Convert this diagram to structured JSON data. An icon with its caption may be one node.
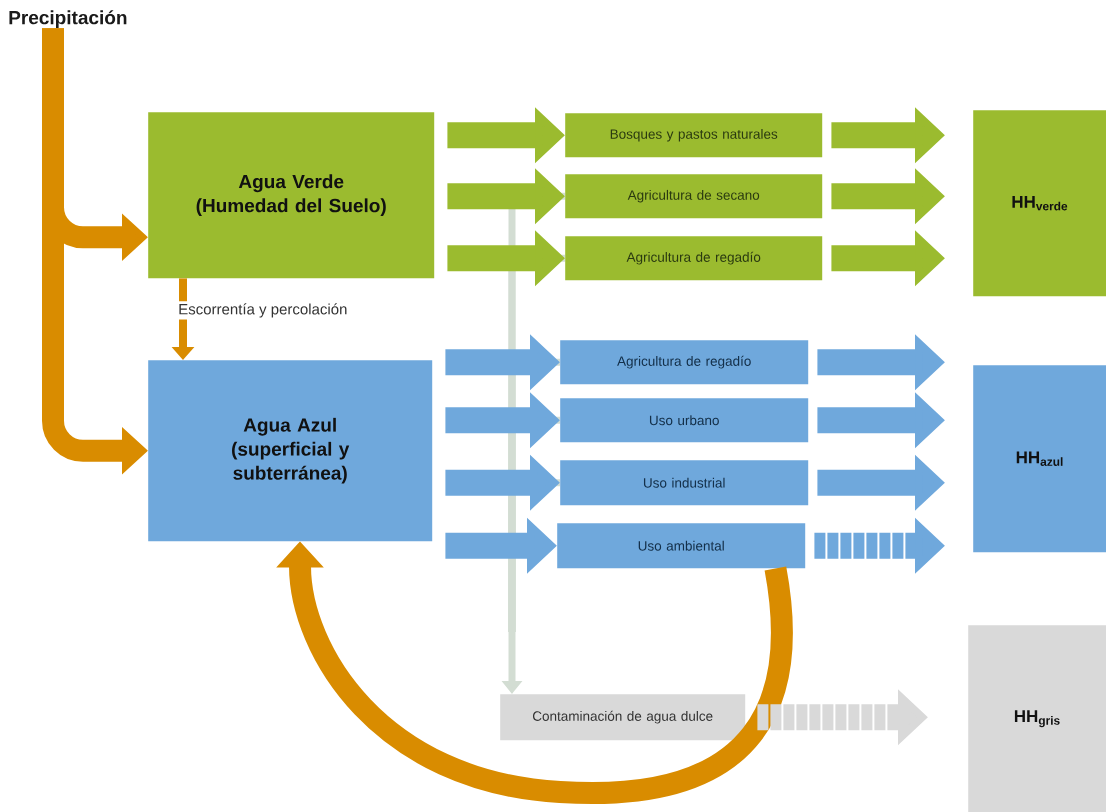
{
  "diagram": {
    "nodes": [
      {
        "text": [
          "Precipitación"
        ]
      },
      {
        "text": [
          "Agua Verde (Humedad del Suelo)"
        ]
      },
      {
        "text": [
          "Bosques y pastos naturales"
        ]
      },
      {
        "text": [
          "Agricultura de secano"
        ]
      },
      {
        "text": [
          "Agricultura de regadío"
        ]
      },
      {
        "text": [
          "HH$_{verde}$"
        ]
      },
      {
        "text": [
          "Agua Azul (superficial y subterránea)"
        ]
      },
      {
        "text": [
          "Agricultura de regadío"
        ]
      },
      {
        "text": [
          "Uso urbano"
        ]
      },
      {
        "text": [
          "Uso industrial"
        ]
      },
      {
        "text": [
          "Uso ambiental"
        ]
      },
      {
        "text": [
          "HH$_{azul}$"
        ]
      },
      {
        "text": [
          "Contaminación de agua dulce"
        ]
      },
      {
        "text": [
          "HH$_{gris}$"
        ]
      }
    ],
    "edges": [
      {
        "from": 0,
        "to": 1,
        "arrow": "to",
        "color": "#d98c00"
      },
      {
        "from": 0,
        "to": 6,
        "arrow": "to",
        "color": "#d98c00"
      },
      {
        "from": 1,
        "to": 6,
        "arrow": "to",
        "color": "#d98c00",
        "label": "Escorrentía y percolación"
      },
      {
        "from": 1,
        "to": 2,
        "arrow": "to",
        "color": "#9bbb2f"
      },
      {
        "from": 1,
        "to": 3,
        "arrow": "to",
        "color": "#9bbb2f"
      },
      {
        "from": 1,
        "to": 4,
        "arrow": "to",
        "color": "#9bbb2f"
      },
      {
        "from": 2,
        "to": 5,
        "arrow": "to",
        "color": "#9bbb2f"
      },
      {
        "from": 3,
        "to": 5,
        "arrow": "to",
        "color": "#9bbb2f"
      },
      {
        "from": 4,
        "to": 5,
        "arrow": "to",
        "color": "#9bbb2f"
      },
      {
        "from": 6,
        "to": 7,
        "arrow": "to"
      },
      {
        "from": 6,
        "to": 8,
        "arrow": "to"
      },
      {
        "from": 6,
        "to": 9,
        "arrow": "to"
      },
      {
        "from": 6,
        "to": 10,
        "arrow": "to"
      },
      {
        "from": 7,
        "to": 11,
        "arrow": "to"
      },
      {
        "from": 8,
        "to": 11,
        "arrow": "to"
      },
      {
        "from": 9,
        "to": 11,
        "arrow": "to"
      },
      {
        "from": 10,
        "to": 11,
        "arrow": "to",
        "style": "dashed"
      },
      {
        "from": 3,
        "to": 12,
        "arrow": "to",
        "color": "#d3ddd3"
      },
      {
        "from": 4,
        "to": 12,
        "arrow": "to",
        "color": "#d3ddd3"
      },
      {
        "from": 7,
        "to": 12,
        "arrow": "to",
        "color": "#d3ddd3"
      },
      {
        "from": 8,
        "to": 12,
        "arrow": "to",
        "color": "#d3ddd3"
      },
      {
        "from": 9,
        "to": 12,
        "arrow": "to",
        "color": "#d3ddd3"
      },
      {
        "from": 12,
        "to": 13,
        "arrow": "to",
        "color": "#d9d9d9",
        "style": "dashed"
      },
      {
        "from": 10,
        "to": 6,
        "arrow": "to",
        "color": "#d98c00"
      }
    ]
  }
}
